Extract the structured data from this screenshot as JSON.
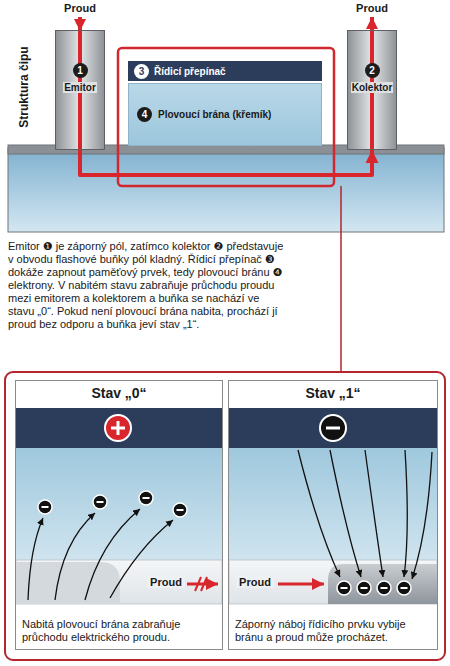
{
  "diagram": {
    "nodes": [
      {
        "text": [
          "1",
          "Emitor"
        ]
      },
      {
        "text": [
          "2",
          "Kolektor"
        ]
      },
      {
        "text": [
          "3",
          "Řídicí přepínač"
        ]
      },
      {
        "text": [
          "4",
          "Plovoucí brána (křemík)"
        ]
      },
      {
        "text": [
          "Stav „0“",
          "Nabitá plovoucí brána zabraňuje průchodu elektrického proudu."
        ]
      },
      {
        "text": [
          "Stav „1“",
          "Záporný náboj řídicího prvku vybije bránu a proud může procházet."
        ]
      }
    ],
    "edges": [
      {
        "from": 0,
        "to": 1,
        "arrow": "to"
      }
    ],
    "labels": [
      "Proud",
      "Proud",
      "Struktura čipu",
      "Emitor ❶ je záporný pól, zatímco kolektor ❷ představuje v obvodu flashové buňky pól kladný. Řídicí přepínač ❸ dokáže zapnout paměťový prvek, tedy plovoucí bránu ❹ elektrony. V nabitém stavu zabraňuje průchodu proudu mezi emitorem a kolektorem a buňka se nachází ve stavu „0“. Pokud není plovoucí brána nabita, prochází jí proud bez odporu a buňka jeví stav „1“.",
      "Proud",
      "Proud"
    ]
  }
}
